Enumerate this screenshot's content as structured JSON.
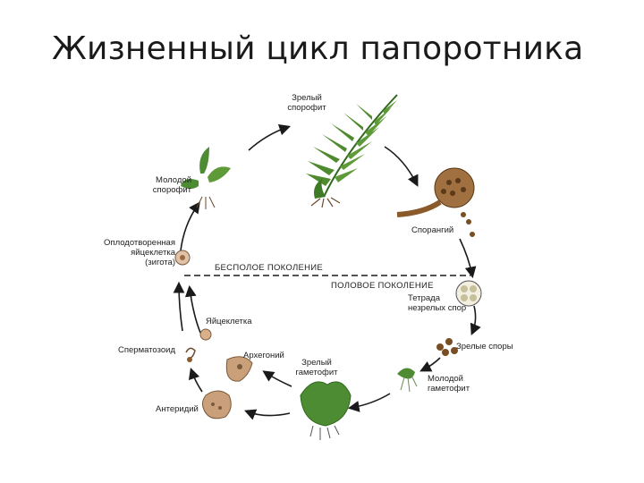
{
  "slide": {
    "title": "Жизненный цикл папоротника"
  },
  "diagram": {
    "stages": {
      "mature_sporophyte": "Зрелый\nспорофит",
      "sporangium": "Спорангий",
      "tetrad": "Тетрада\nнезрелых спор",
      "mature_spores": "Зрелые споры",
      "young_gametophyte": "Молодой\nгаметофит",
      "mature_gametophyte": "Зрелый\nгаметофит",
      "antheridium": "Антеридий",
      "spermatozoid": "Сперматозоид",
      "archegonium": "Архегоний",
      "egg_cell": "Яйцеклетка",
      "zygote": "Оплодотворенная\nяйцеклетка\n(зигота)",
      "young_sporophyte": "Молодой\nспорофит"
    },
    "generations": {
      "asexual": "БЕСПОЛОЕ ПОКОЛЕНИЕ",
      "sexual": "ПОЛОВОЕ ПОКОЛЕНИЕ"
    },
    "colors": {
      "frond": "#4f8a2e",
      "frond_dark": "#2f6a1c",
      "sporangium": "#8a5a2a",
      "spore": "#7a4e24",
      "gametophyte": "#4e8c34",
      "organ": "#c9a07a",
      "arrow": "#1a1a1a"
    }
  }
}
